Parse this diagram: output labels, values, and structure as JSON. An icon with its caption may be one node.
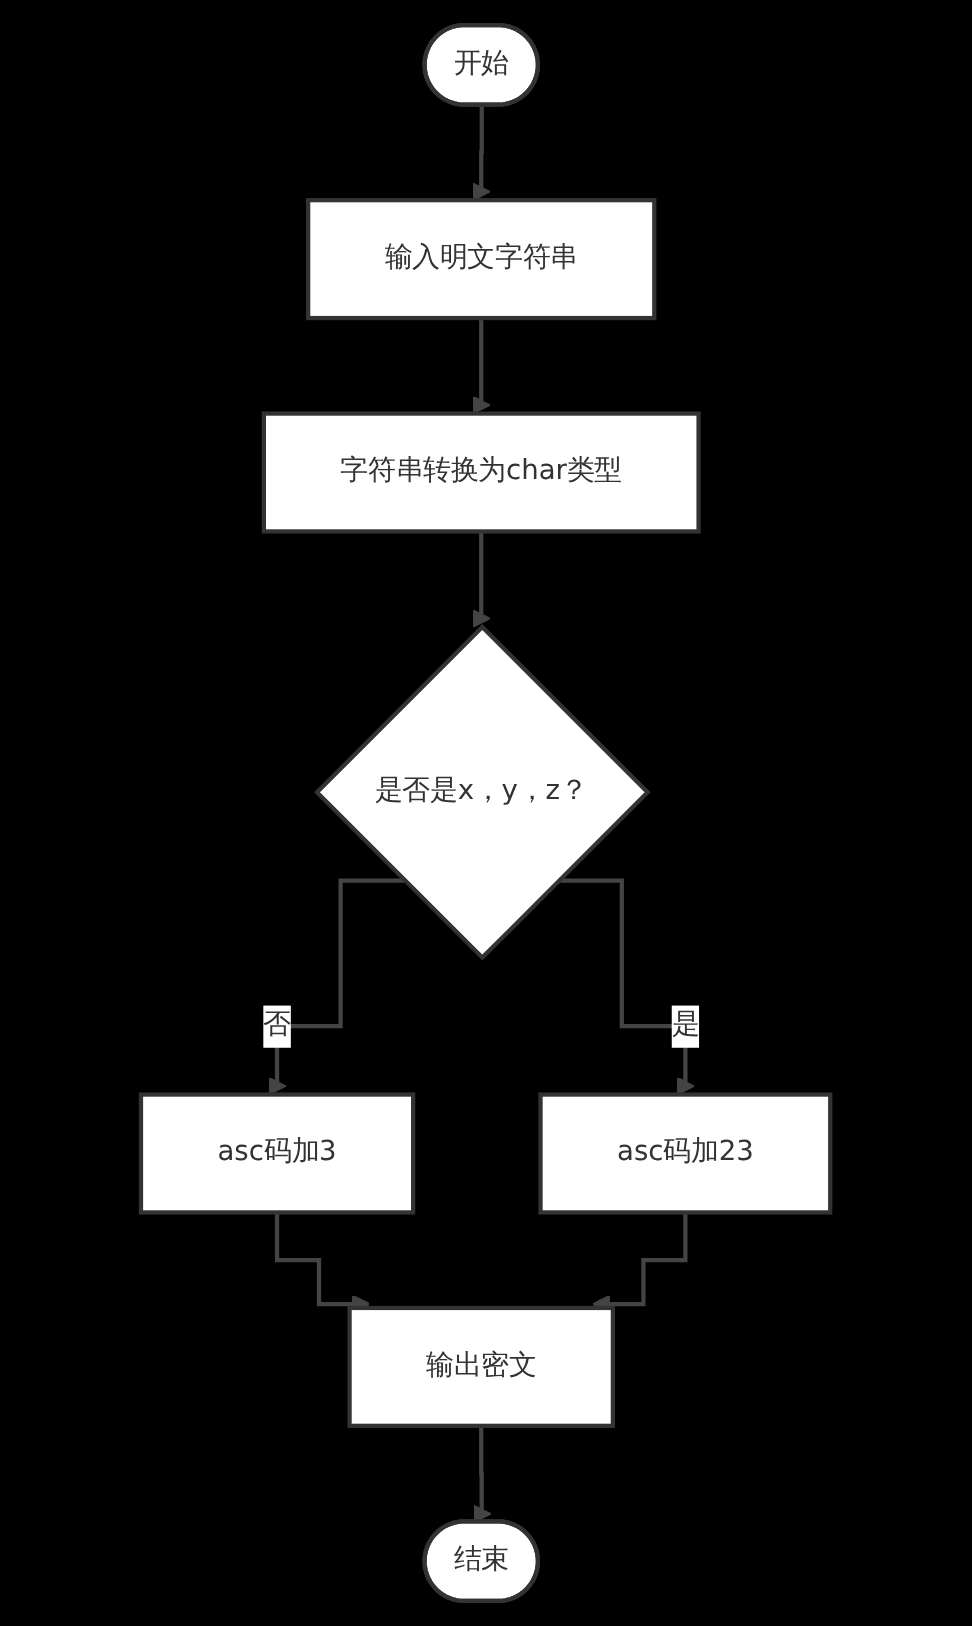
{
  "diagram": {
    "nodes": [
      {
        "text": [
          "开始"
        ]
      },
      {
        "text": [
          "输入明文字符串"
        ]
      },
      {
        "text": [
          "字符串转换为char类型"
        ]
      },
      {
        "text": [
          "是否是x，y，z？"
        ]
      },
      {
        "text": [
          "asc码加3"
        ]
      },
      {
        "text": [
          "asc码加23"
        ]
      },
      {
        "text": [
          "输出密文"
        ]
      },
      {
        "text": [
          "结束"
        ]
      }
    ],
    "edges": [
      {
        "from": 0,
        "to": 1,
        "arrow": "to"
      },
      {
        "from": 1,
        "to": 2,
        "arrow": "to"
      },
      {
        "from": 2,
        "to": 3,
        "arrow": "to"
      },
      {
        "from": 3,
        "to": 4,
        "label": "否",
        "arrow": "to"
      },
      {
        "from": 3,
        "to": 5,
        "label": "是",
        "arrow": "to"
      },
      {
        "from": 4,
        "to": 6,
        "arrow": "to"
      },
      {
        "from": 5,
        "to": 6,
        "arrow": "to"
      },
      {
        "from": 6,
        "to": 7,
        "arrow": "to"
      }
    ]
  }
}
